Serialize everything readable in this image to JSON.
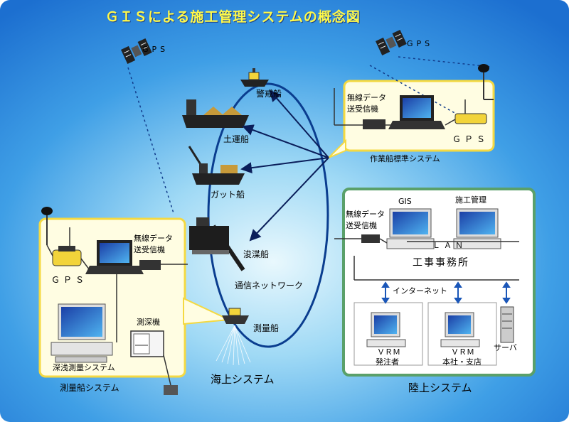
{
  "title": "ＧＩＳによる施工管理システムの概念図",
  "colors": {
    "background": "#2e8de0",
    "background_light": "#c8ecfb",
    "box_yellow": "#fffde2",
    "box_yellow_border": "#f4d942",
    "box_green_border": "#5aa06a",
    "title": "#fff94a",
    "ellipse": "#0a3d8f"
  },
  "labels": {
    "gps_top_left": "GPS",
    "gps_top_right": "GPS",
    "guard_boat": "警戒船",
    "earth_carrier": "土運船",
    "grab_boat": "ガット船",
    "dredger": "浚渫船",
    "comm_network": "通信ネットワーク",
    "survey_boat": "測量船",
    "sea_system": "海上システム",
    "land_system": "陸上システム"
  },
  "work_ship_box": {
    "radio": [
      "無線データ",
      "送受信機"
    ],
    "gps": "ＧＰＳ",
    "caption": "作業船標準システム"
  },
  "survey_box": {
    "radio": [
      "無線データ",
      "送受信機"
    ],
    "gps": "ＧＰＳ",
    "sounder": "測深機",
    "system_name": "深浅測量システム",
    "caption": "測量船システム"
  },
  "land_box": {
    "gis": "GIS",
    "construction_mgmt": "施工管理",
    "radio": [
      "無線データ",
      "送受信機"
    ],
    "lan": "ＬＡＮ",
    "office": "工事事務所",
    "internet": "インターネット",
    "vrm_client": "ＶＲＭ",
    "client": "発注者",
    "vrm_hq": "ＶＲＭ",
    "hq": "本社・支店",
    "server": "サーバ"
  }
}
